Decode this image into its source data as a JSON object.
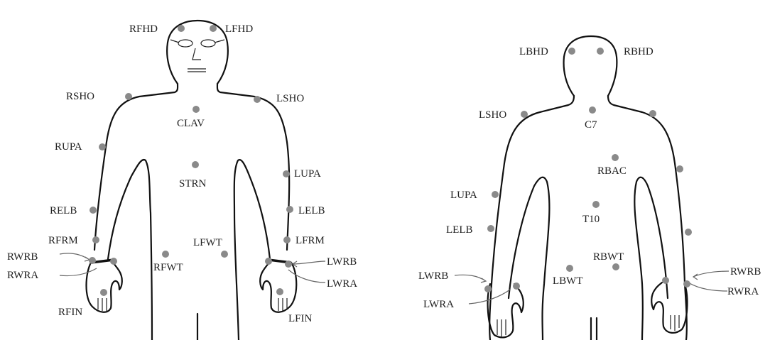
{
  "front": {
    "markers": [
      {
        "name": "RFHD",
        "label": "RFHD"
      },
      {
        "name": "LFHD",
        "label": "LFHD"
      },
      {
        "name": "RSHO",
        "label": "RSHO"
      },
      {
        "name": "LSHO",
        "label": "LSHO"
      },
      {
        "name": "CLAV",
        "label": "CLAV"
      },
      {
        "name": "RUPA",
        "label": "RUPA"
      },
      {
        "name": "STRN",
        "label": "STRN"
      },
      {
        "name": "LUPA",
        "label": "LUPA"
      },
      {
        "name": "RELB",
        "label": "RELB"
      },
      {
        "name": "LELB",
        "label": "LELB"
      },
      {
        "name": "RFRM",
        "label": "RFRM"
      },
      {
        "name": "LFWT",
        "label": "LFWT"
      },
      {
        "name": "LFRM",
        "label": "LFRM"
      },
      {
        "name": "RWRB",
        "label": "RWRB"
      },
      {
        "name": "RWRA",
        "label": "RWRA"
      },
      {
        "name": "RFWT",
        "label": "RFWT"
      },
      {
        "name": "LWRB",
        "label": "LWRB"
      },
      {
        "name": "LWRA",
        "label": "LWRA"
      },
      {
        "name": "RFIN",
        "label": "RFIN"
      },
      {
        "name": "LFIN",
        "label": "LFIN"
      }
    ]
  },
  "back": {
    "markers": [
      {
        "name": "LBHD",
        "label": "LBHD"
      },
      {
        "name": "RBHD",
        "label": "RBHD"
      },
      {
        "name": "LSHO",
        "label": "LSHO"
      },
      {
        "name": "C7",
        "label": "C7"
      },
      {
        "name": "RBAC",
        "label": "RBAC"
      },
      {
        "name": "LUPA",
        "label": "LUPA"
      },
      {
        "name": "T10",
        "label": "T10"
      },
      {
        "name": "LELB",
        "label": "LELB"
      },
      {
        "name": "RBWT",
        "label": "RBWT"
      },
      {
        "name": "LBWT",
        "label": "LBWT"
      },
      {
        "name": "LWRB",
        "label": "LWRB"
      },
      {
        "name": "LWRA",
        "label": "LWRA"
      },
      {
        "name": "RWRB",
        "label": "RWRB"
      },
      {
        "name": "RWRA",
        "label": "RWRA"
      }
    ]
  }
}
